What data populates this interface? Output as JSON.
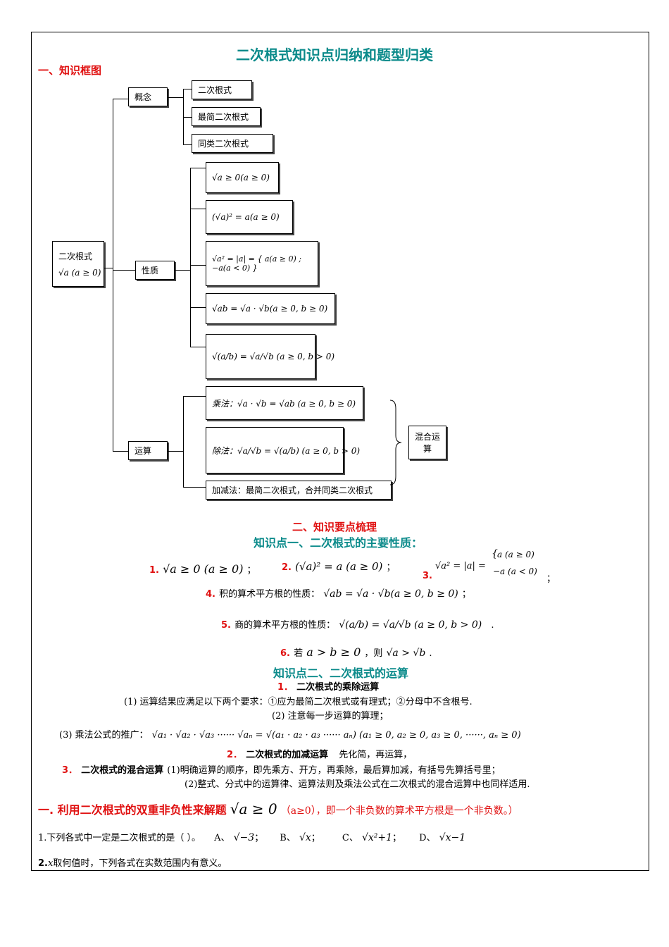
{
  "title": "二次根式知识点归纳和题型归类",
  "section1": "一、知识框图",
  "diagram": {
    "root_label": "二次根式",
    "root_formula": "√a (a ≥ 0)",
    "concept": "概念",
    "concept_items": [
      "二次根式",
      "最简二次根式",
      "同类二次根式"
    ],
    "property": "性质",
    "property_items": [
      "√a ≥ 0(a ≥ 0)",
      "(√a)² = a(a ≥ 0)",
      "√a² = |a| = { a(a ≥ 0) ; −a(a < 0) }",
      "√ab = √a · √b(a ≥ 0, b ≥ 0)",
      "√(a/b) = √a/√b (a ≥ 0, b > 0)"
    ],
    "operation": "运算",
    "op_mul": "乘法：√a · √b = √ab (a ≥ 0, b ≥ 0)",
    "op_div": "除法：√a/√b = √(a/b) (a ≥ 0, b > 0)",
    "op_add": "加减法：最简二次根式，合并同类二次根式",
    "mixed": "混合运算"
  },
  "section2": "二、知识要点梳理",
  "kp1": "知识点一、二次根式的主要性质：",
  "props": {
    "p1_num": "1.",
    "p1": "√a ≥ 0 (a ≥ 0)",
    "p2_num": "2.",
    "p2": "(√a)² = a (a ≥ 0)",
    "p3_num": "3.",
    "p3_a": "√a² = |a| =",
    "p3_b": "a (a ≥ 0)",
    "p3_c": "−a (a < 0)",
    "p4_num": "4.",
    "p4_text": "积的算术平方根的性质：",
    "p4": "√ab = √a · √b(a ≥ 0, b ≥ 0)",
    "p5_num": "5.",
    "p5_text": "商的算术平方根的性质：",
    "p5": "√(a/b) = √a/√b (a ≥ 0, b > 0)",
    "p6_num": "6.",
    "p6_text": "若",
    "p6_cond": "a > b ≥ 0",
    "p6_then": "，则",
    "p6": "√a > √b"
  },
  "kp2": "知识点二、二次根式的运算",
  "ops": {
    "o1_num": "1．",
    "o1_title": "二次根式的乘除运算",
    "o1_l1": "(1)  运算结果应满足以下两个要求：①应为最简二次根式或有理式；②分母中不含根号.",
    "o1_l2": "(2)  注意每一步运算的算理；",
    "o1_l3_text": "(3)  乘法公式的推广：",
    "o1_l3": "√a₁ · √a₂ · √a₃ ······ √aₙ = √(a₁ · a₂ · a₃ ······ aₙ) (a₁ ≥ 0,  a₂ ≥ 0,  a₃ ≥ 0, ······,  aₙ ≥ 0)",
    "o2_num": "2．",
    "o2_title": "二次根式的加减运算",
    "o2_text": "先化简，再运算，",
    "o3_num": "3．",
    "o3_title": "二次根式的混合运算",
    "o3_l1": "(1)明确运算的顺序，即先乘方、开方，再乘除，最后算加减，有括号先算括号里；",
    "o3_l2": "(2)整式、分式中的运算律、运算法则及乘法公式在二次根式的混合运算中也同样适用."
  },
  "topic1": {
    "heading": "一. 利用二次根式的双重非负性来解题",
    "formula": "√a ≥ 0",
    "note": "（a≥0），即一个非负数的算术平方根是一个非负数。）"
  },
  "q1": {
    "text": "1.下列各式中一定是二次根式的是（          ）。",
    "a_label": "A、",
    "a": "√−3",
    "b_label": "B、",
    "b": "√x",
    "c_label": "C、",
    "c": "√x²+1",
    "d_label": "D、",
    "d": "√x−1"
  },
  "q2": {
    "num": "2.",
    "var": "x",
    "text": "取何值时，下列各式在实数范围内有意义。"
  }
}
